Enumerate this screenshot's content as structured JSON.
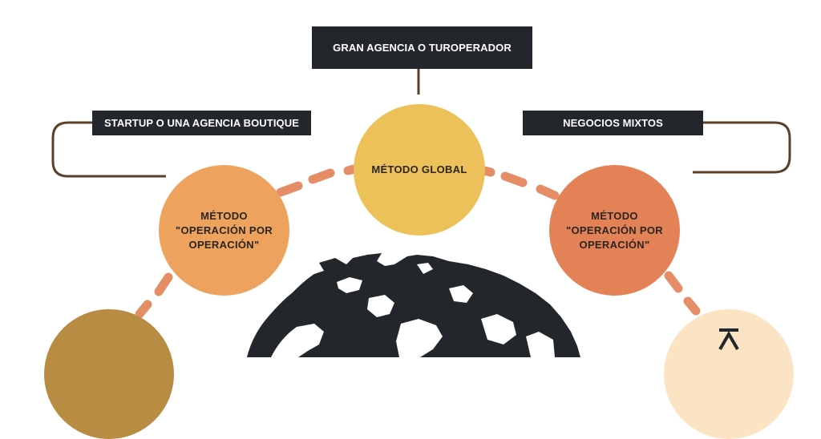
{
  "labels": {
    "top": "GRAN AGENCIA O  TUROPERADOR",
    "left": "STARTUP O UNA AGENCIA BOUTIQUE",
    "right": "NEGOCIOS MIXTOS"
  },
  "circles": {
    "global": "MÉTODO GLOBAL",
    "left": "MÉTODO\n\"OPERACIÓN POR\nOPERACIÓN\"",
    "right": "MÉTODO\n\"OPERACIÓN POR\nOPERACIÓN\""
  },
  "colors": {
    "label_bg": "#23272b",
    "connector": "#5b3f27",
    "dash": "#e48d66",
    "global": "#ecc15a",
    "left": "#eda35e",
    "right": "#e48257",
    "bottom_left": "#b98c43",
    "bottom_right": "#fbe4c4",
    "globe": "#23272b"
  },
  "icons": {
    "bottom_right": "caret-up-icon"
  }
}
